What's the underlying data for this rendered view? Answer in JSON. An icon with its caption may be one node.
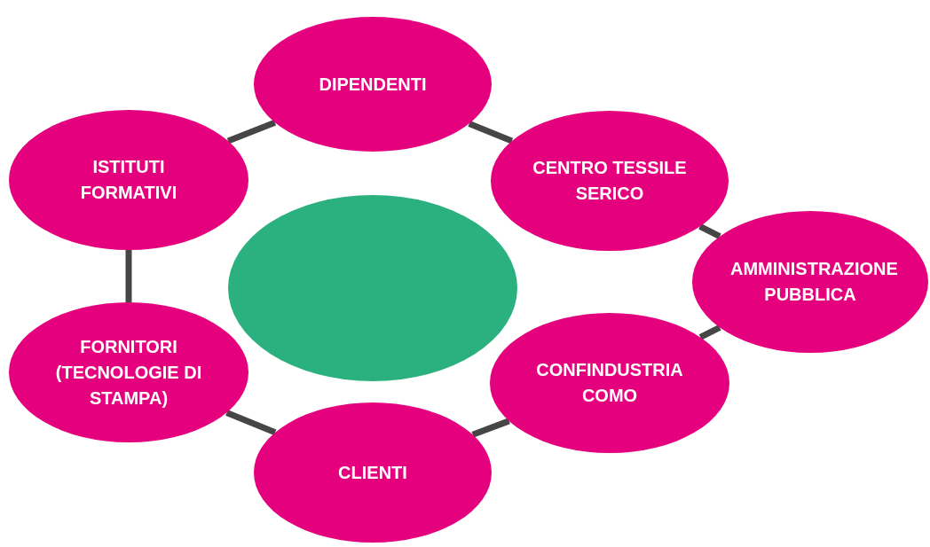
{
  "diagram": {
    "nodes": [
      {
        "text": [
          "DIPENDENTI"
        ]
      },
      {
        "text": [
          "CENTRO TESSILE SERICO"
        ]
      },
      {
        "text": [
          "ISTITUTI FORMATIVI"
        ]
      },
      {
        "text": [],
        "shape": "ellipse"
      },
      {
        "text": [
          "AMMINISTRAZIONE PUBBLICA"
        ]
      },
      {
        "text": [
          "FORNITORI (TECNOLOGIE DI STAMPA)"
        ]
      },
      {
        "text": [
          "CONFINDUSTRIA COMO"
        ]
      },
      {
        "text": [
          "CLIENTI"
        ]
      }
    ],
    "edges": [
      {
        "from": 2,
        "to": 0,
        "arrow": "none"
      },
      {
        "from": 0,
        "to": 1,
        "arrow": "none"
      },
      {
        "from": 1,
        "to": 4,
        "arrow": "none"
      },
      {
        "from": 4,
        "to": 6,
        "arrow": "none"
      },
      {
        "from": 6,
        "to": 7,
        "arrow": "none"
      },
      {
        "from": 7,
        "to": 5,
        "arrow": "none"
      },
      {
        "from": 5,
        "to": 2,
        "arrow": "none"
      }
    ]
  }
}
